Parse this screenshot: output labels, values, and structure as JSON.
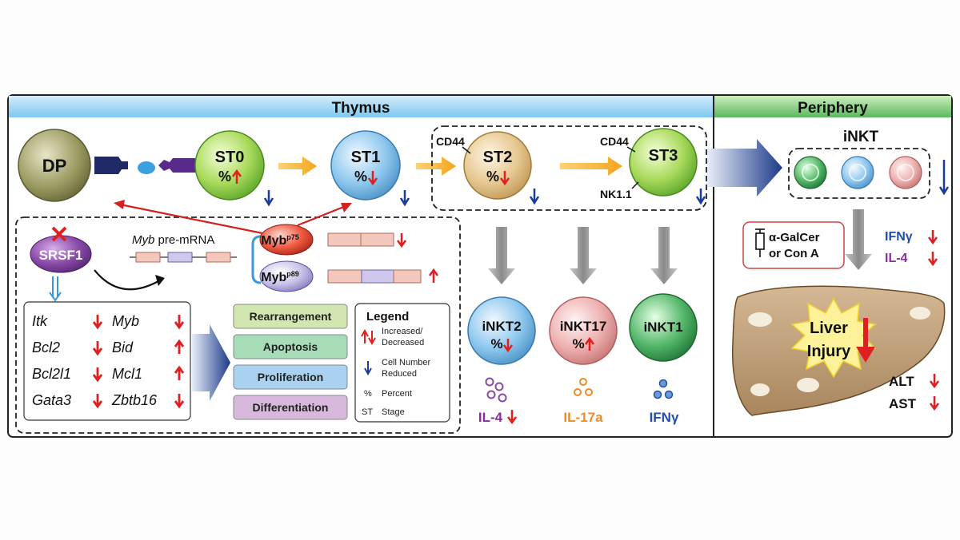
{
  "panels": {
    "thymus": "Thymus",
    "periphery": "Periphery"
  },
  "cells": {
    "dp": "DP",
    "st0": "ST0",
    "st1": "ST1",
    "st2": "ST2",
    "st3": "ST3",
    "pct": "%",
    "cd44": "CD44",
    "nk11": "NK1.1",
    "inkt2": "iNKT2",
    "inkt17": "iNKT17",
    "inkt1": "iNKT1",
    "inkt_periphery": "iNKT"
  },
  "cytokines": {
    "il4": "IL-4",
    "il17a": "IL-17a",
    "ifng": "IFNγ"
  },
  "splicing": {
    "srsf1": "SRSF1",
    "pre_mrna_gene": "Myb",
    "pre_mrna_suffix": " pre-mRNA",
    "myb": "Myb",
    "myb_p75": "p75",
    "myb_p89": "p89"
  },
  "genes": [
    {
      "name": "Itk",
      "change": "down"
    },
    {
      "name": "Myb",
      "change": "down"
    },
    {
      "name": "Bcl2",
      "change": "down"
    },
    {
      "name": "Bid",
      "change": "up"
    },
    {
      "name": "Bcl2l1",
      "change": "down"
    },
    {
      "name": "Mcl1",
      "change": "up"
    },
    {
      "name": "Gata3",
      "change": "down"
    },
    {
      "name": "Zbtb16",
      "change": "down"
    }
  ],
  "processes": [
    {
      "label": "Rearrangement",
      "color": "#d2e6b0"
    },
    {
      "label": "Apoptosis",
      "color": "#a6dcb8"
    },
    {
      "label": "Proliferation",
      "color": "#a8d2f0"
    },
    {
      "label": "Differentiation",
      "color": "#d8b8dc"
    }
  ],
  "legend": {
    "title": "Legend",
    "increased_decreased": [
      "Increased/",
      "Decreased"
    ],
    "cell_number": [
      "Cell Number",
      "Reduced"
    ],
    "percent_symbol": "%",
    "percent": "Percent",
    "stage_symbol": "ST",
    "stage": "Stage"
  },
  "periphery": {
    "treatment": [
      "α-GalCer",
      "or Con A"
    ],
    "ifng": "IFNγ",
    "il4": "IL-4",
    "liver_injury": [
      "Liver",
      "Injury"
    ],
    "alt": "ALT",
    "ast": "AST"
  },
  "colors": {
    "thymus_header": "#7ec8ee",
    "periphery_header": "#5cb85c",
    "up_down_arrow": "#e02020",
    "reduced_arrow": "#1a3a9c",
    "flow_arrow": "#f5a51c",
    "il4_text": "#8a2d9c",
    "il17a_text": "#f08a24",
    "ifng_text": "#1f4fa8"
  }
}
